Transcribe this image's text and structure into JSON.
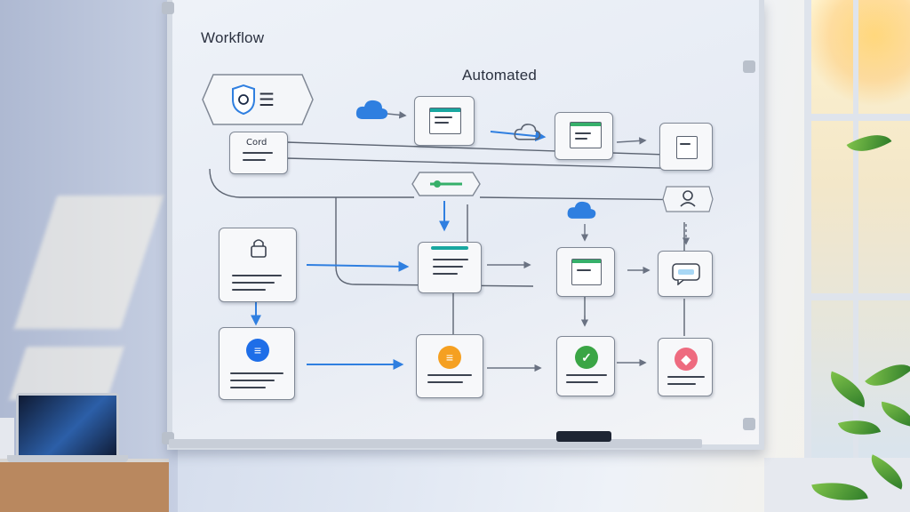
{
  "board": {
    "title_left": "Workflow",
    "title_right": "Automated"
  },
  "colors": {
    "accent_blue": "#2f7fe0",
    "badge_blue": "#1e6ee8",
    "badge_orange": "#f5a021",
    "badge_green": "#3aa545",
    "badge_pink": "#ee6b7f",
    "card_teal": "#19a7a0",
    "card_green": "#36b06a"
  },
  "icons": [
    "shield-icon",
    "menu-icon",
    "cloud-icon",
    "lock-icon",
    "document-icon",
    "chat-icon",
    "user-icon"
  ],
  "cards": {
    "small_label": "Cord"
  }
}
